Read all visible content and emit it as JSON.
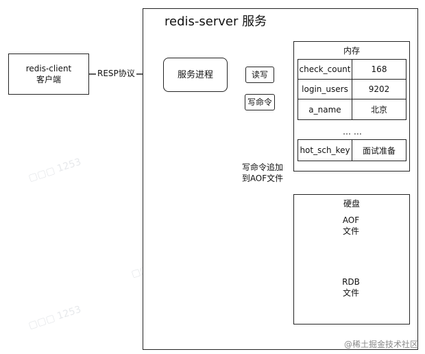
{
  "server": {
    "title": "redis-server 服务"
  },
  "client": {
    "line1": "redis-client",
    "line2": "客户端"
  },
  "protocol_label": "RESP协议",
  "service_process": "服务进程",
  "read_write": "读写",
  "write_command": "写命令",
  "append_label": {
    "line1": "写命令追加",
    "line2": "到AOF文件"
  },
  "memory": {
    "title": "内存",
    "rows": [
      {
        "key": "check_count",
        "value": "168"
      },
      {
        "key": "login_users",
        "value": "9202"
      },
      {
        "key": "a_name",
        "value": "北京"
      }
    ],
    "ellipsis": "… …",
    "last_row": {
      "key": "hot_sch_key",
      "value": "面试准备"
    }
  },
  "disk": {
    "title": "硬盘",
    "aof": {
      "line1": "AOF",
      "line2": "文件"
    },
    "rdb": {
      "line1": "RDB",
      "line2": "文件"
    }
  },
  "footer": {
    "text": "@稀土掘金技术社区"
  },
  "colors": {
    "stroke": "#222222",
    "dot": "#e53935"
  }
}
